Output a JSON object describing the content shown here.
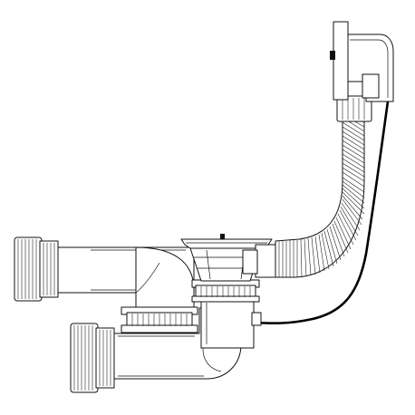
{
  "diagram": {
    "ink": "#111111",
    "background": "#ffffff",
    "parts": [
      "inlet-nut-upper",
      "inlet-nut-lower",
      "bottle-trap-body",
      "trap-union-nut",
      "center-waste-grate",
      "waste-collar-nut",
      "flexible-overflow-hose",
      "overflow-head",
      "overflow-release-button",
      "bowden-cable"
    ]
  }
}
